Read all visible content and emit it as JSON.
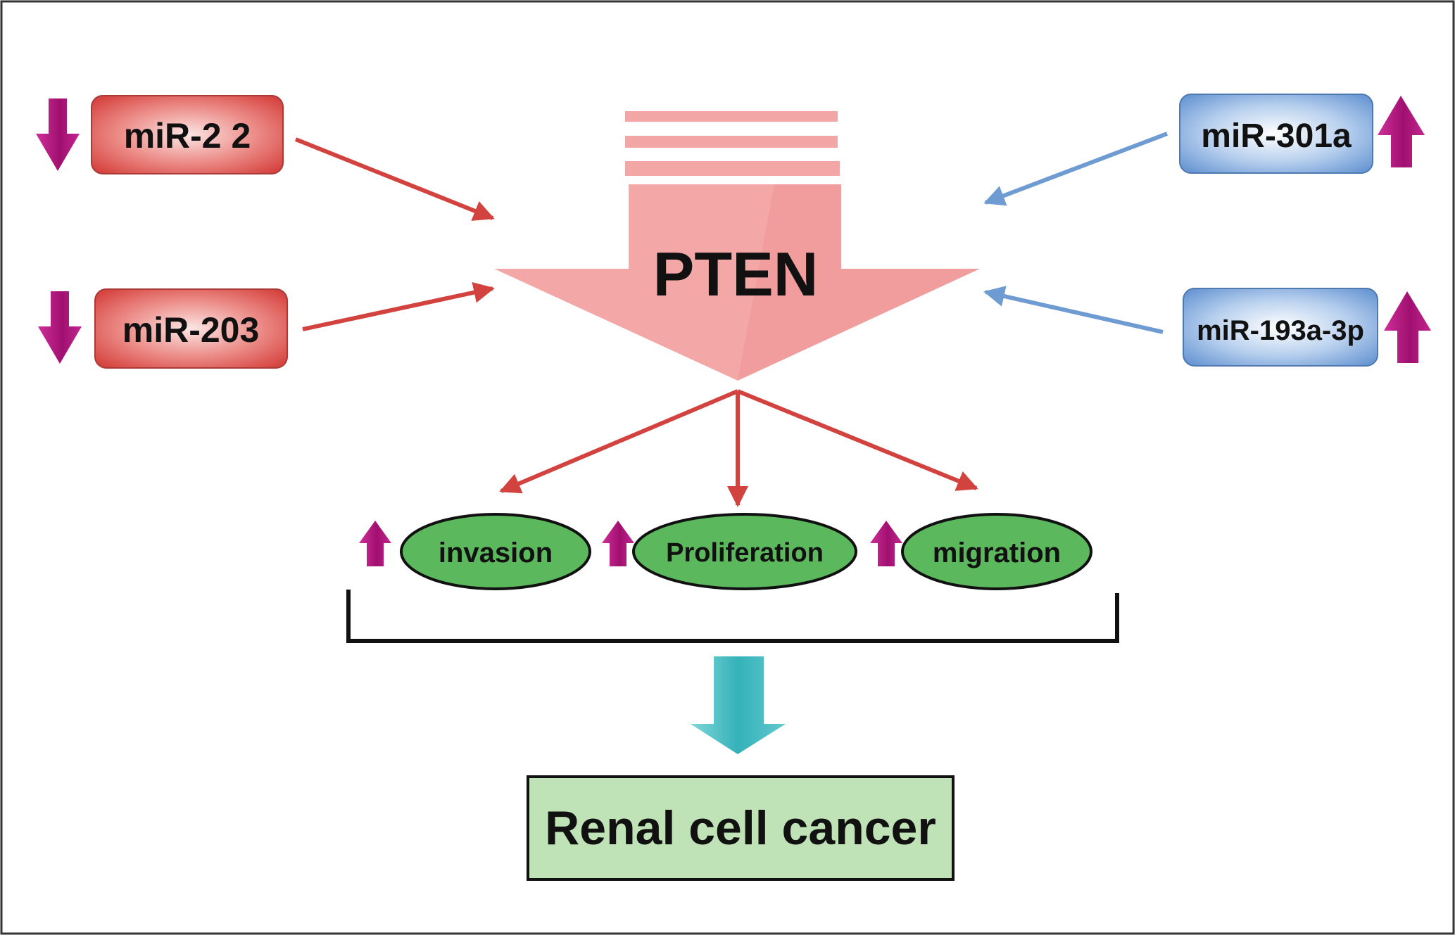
{
  "nodes": {
    "mir_left_top": {
      "label": "miR-2 2",
      "trend": "down"
    },
    "mir_left_bottom": {
      "label": "miR-203",
      "trend": "down"
    },
    "mir_right_top": {
      "label": "miR-301a",
      "trend": "up"
    },
    "mir_right_bottom": {
      "label": "miR-193a-3p",
      "trend": "up"
    },
    "target": {
      "label": "PTEN"
    },
    "outcomes": [
      {
        "label": "invasion",
        "trend": "up"
      },
      {
        "label": "Proliferation",
        "trend": "up"
      },
      {
        "label": "migration",
        "trend": "up"
      }
    ],
    "result": {
      "label": "Renal cell cancer"
    }
  },
  "colors": {
    "downregulated_box": "#dc5450",
    "upregulated_box": "#6c9bd7",
    "red_arrow": "#d2433f",
    "blue_arrow": "#6e9bd2",
    "trend_arrow": "#b0157f",
    "pten_arrow": "#f4a3a3",
    "outcome_fill": "#5cb85c",
    "result_fill": "#bfe3b7",
    "result_arrow": "#4bbfc4"
  }
}
